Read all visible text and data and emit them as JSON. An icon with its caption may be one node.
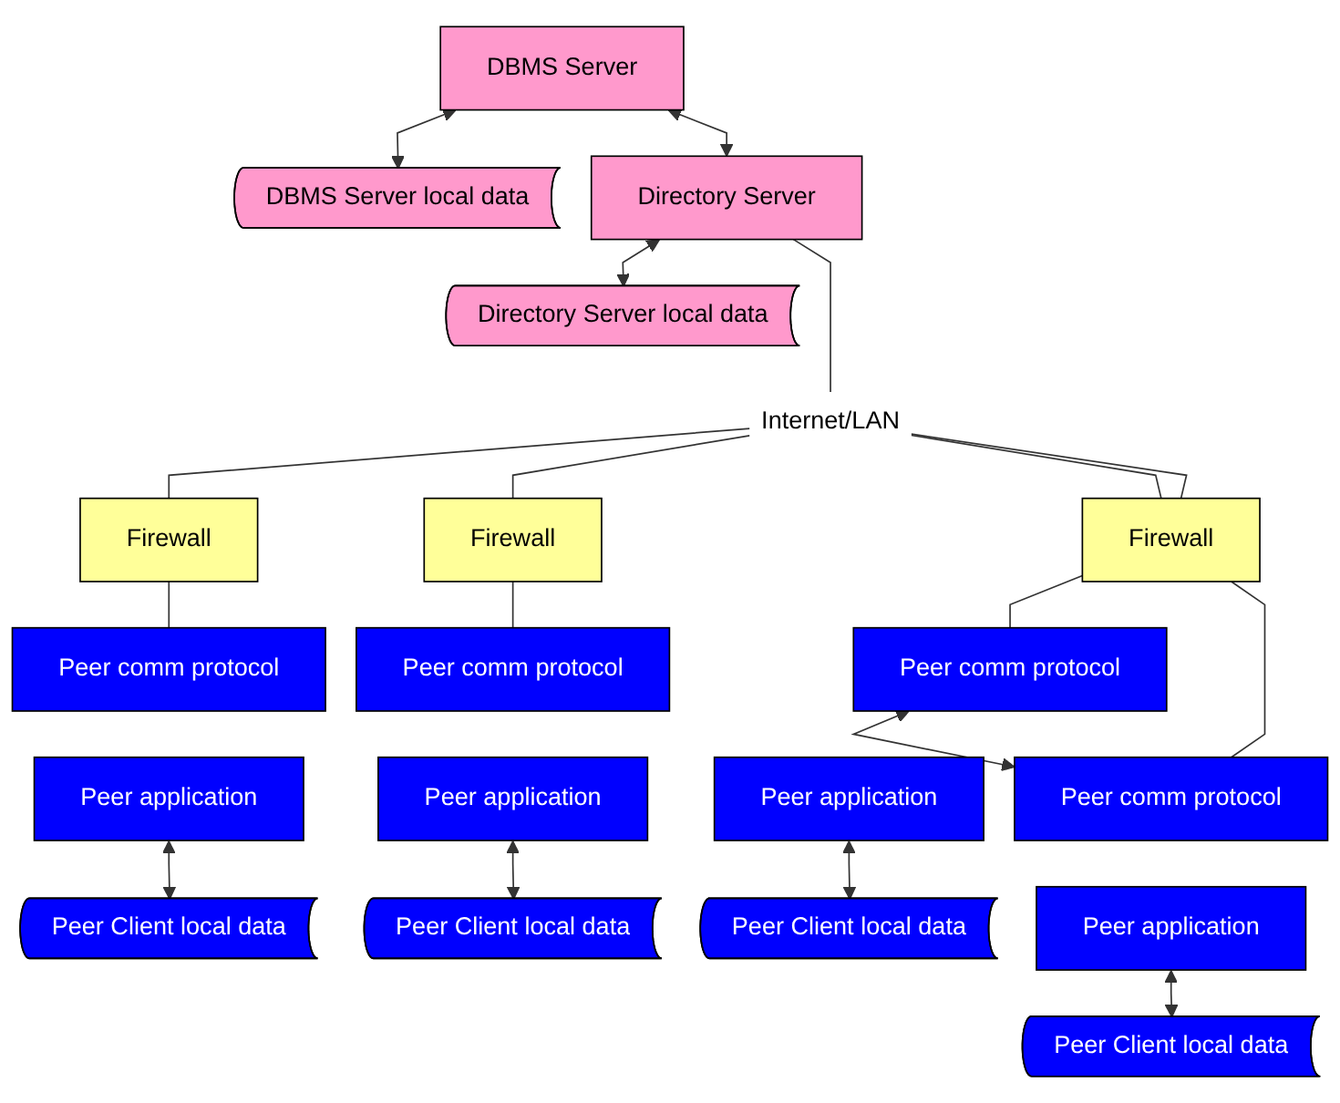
{
  "diagram": {
    "nodes": [
      {
        "text": [
          "DBMS Server"
        ]
      },
      {
        "text": [
          "DBMS Server local data"
        ]
      },
      {
        "text": [
          "Directory Server"
        ]
      },
      {
        "text": [
          "Directory Server local data"
        ]
      },
      {
        "text": [
          "Internet/LAN"
        ]
      },
      {
        "text": [
          "Firewall"
        ]
      },
      {
        "text": [
          "Firewall"
        ]
      },
      {
        "text": [
          "Firewall"
        ]
      },
      {
        "text": [
          "Peer comm protocol"
        ]
      },
      {
        "text": [
          "Peer application"
        ]
      },
      {
        "text": [
          "Peer comm protocol"
        ]
      },
      {
        "text": [
          "Peer application"
        ]
      },
      {
        "text": [
          "Peer comm protocol"
        ]
      },
      {
        "text": [
          "Peer application"
        ]
      },
      {
        "text": [
          "Peer comm protocol"
        ]
      },
      {
        "text": [
          "Peer application"
        ]
      },
      {
        "text": [
          "Peer Client local data"
        ]
      },
      {
        "text": [
          "Peer Client local data"
        ]
      },
      {
        "text": [
          "Peer Client local data"
        ]
      },
      {
        "text": [
          "Peer Client local data"
        ]
      }
    ],
    "edges": [
      {
        "from": 0,
        "to": 1,
        "arrow": "both"
      },
      {
        "from": 0,
        "to": 2,
        "arrow": "both"
      },
      {
        "from": 2,
        "to": 3,
        "arrow": "both"
      },
      {
        "from": 2,
        "to": 4,
        "arrow": "none"
      },
      {
        "from": 4,
        "to": 5,
        "arrow": "none"
      },
      {
        "from": 4,
        "to": 6,
        "arrow": "none"
      },
      {
        "from": 4,
        "to": 7,
        "arrow": "none"
      },
      {
        "from": 4,
        "to": 7,
        "arrow": "none"
      },
      {
        "from": 5,
        "to": 8,
        "arrow": "none"
      },
      {
        "from": 6,
        "to": 10,
        "arrow": "none"
      },
      {
        "from": 7,
        "to": 12,
        "arrow": "none"
      },
      {
        "from": 7,
        "to": 14,
        "arrow": "none"
      },
      {
        "from": 12,
        "to": 14,
        "arrow": "both"
      },
      {
        "from": 9,
        "to": 16,
        "arrow": "both"
      },
      {
        "from": 11,
        "to": 17,
        "arrow": "both"
      },
      {
        "from": 13,
        "to": 18,
        "arrow": "both"
      },
      {
        "from": 15,
        "to": 19,
        "arrow": "both"
      }
    ]
  }
}
